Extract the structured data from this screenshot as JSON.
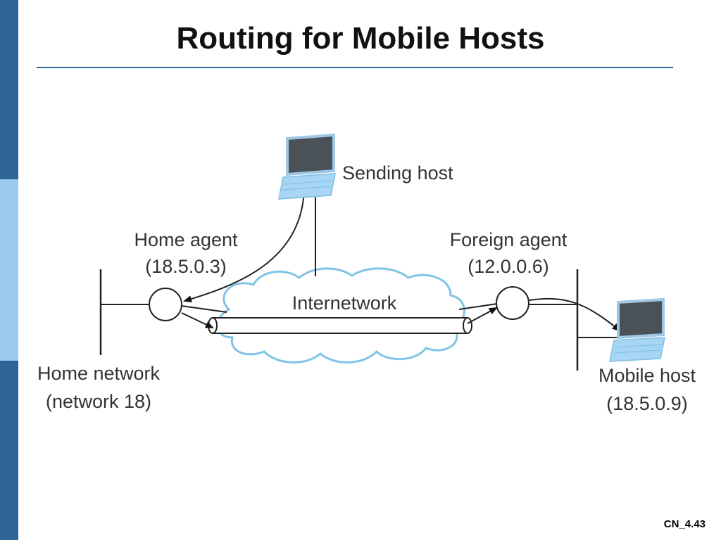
{
  "slide": {
    "title": "Routing for Mobile Hosts",
    "slide_number": "CN_4.43"
  },
  "diagram": {
    "sending_host_label": "Sending host",
    "home_agent_label": "Home agent",
    "home_agent_ip": "(18.5.0.3)",
    "foreign_agent_label": "Foreign agent",
    "foreign_agent_ip": "(12.0.0.6)",
    "internetwork_label": "Internetwork",
    "home_network_label": "Home network",
    "home_network_sub": "(network 18)",
    "mobile_host_label": "Mobile host",
    "mobile_host_ip": "(18.5.0.9)"
  },
  "colors": {
    "sidebar_dark": "#2f6496",
    "sidebar_light": "#9ccbf0",
    "title_rule": "#2f6496",
    "cloud_outline": "#7fc4e8"
  }
}
